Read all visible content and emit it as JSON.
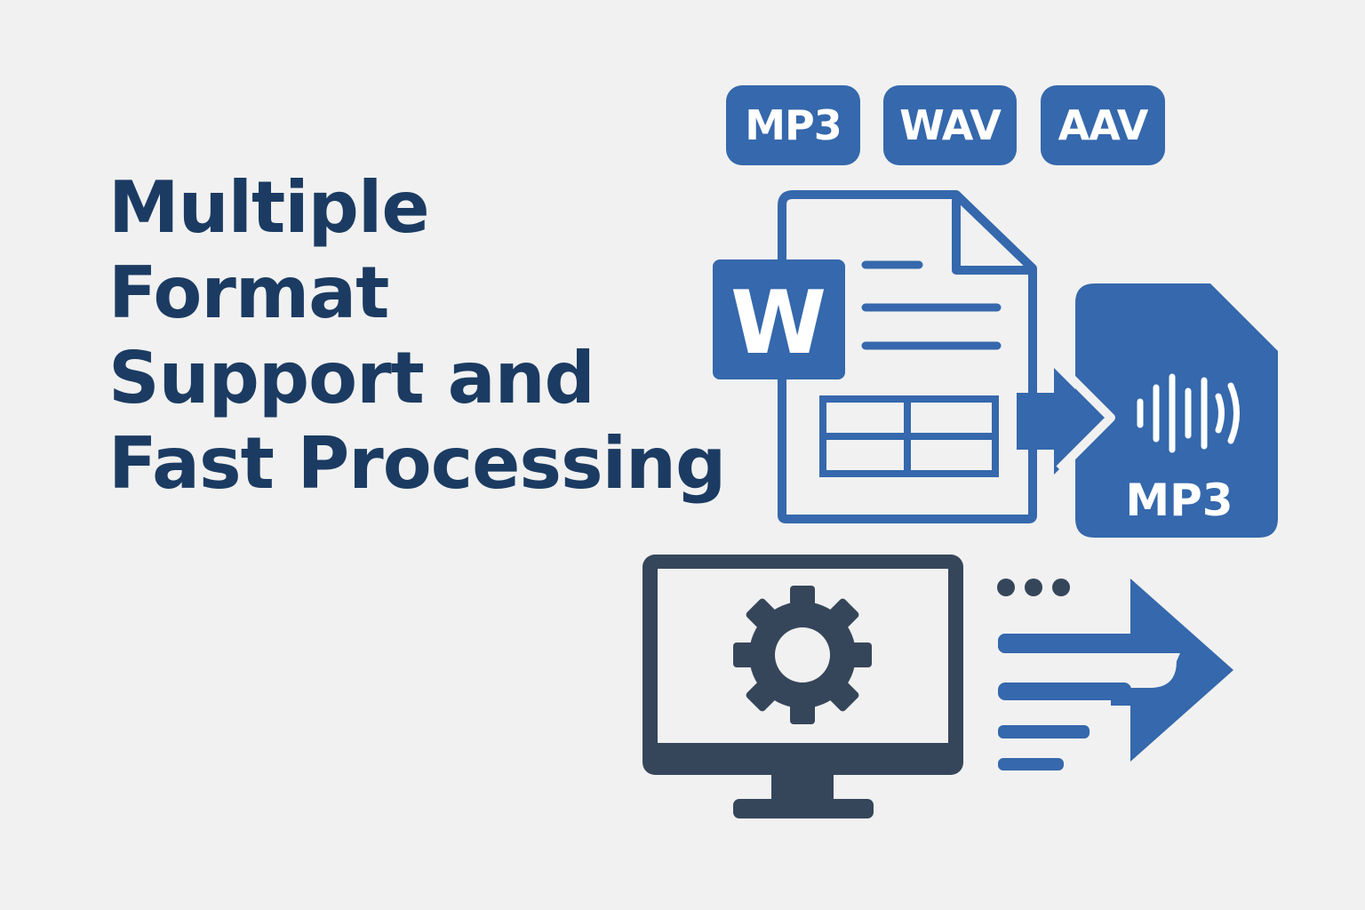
{
  "headline": {
    "lines": [
      "Multiple",
      "Format",
      "Support and",
      "Fast Processing"
    ]
  },
  "format_badges": [
    {
      "label": "MP3"
    },
    {
      "label": "WAV"
    },
    {
      "label": "AAV"
    }
  ],
  "word_doc": {
    "letter": "W"
  },
  "audio_file": {
    "label": "MP3"
  },
  "colors": {
    "background": "#f1f1f1",
    "headline": "#1b3b62",
    "accent_blue": "#3568ac",
    "dark_slate": "#36465a"
  },
  "icons": [
    "word-document-icon",
    "audio-file-icon",
    "arrow-right-icon",
    "monitor-icon",
    "gear-icon",
    "speed-arrow-icon",
    "ellipsis-icon"
  ]
}
